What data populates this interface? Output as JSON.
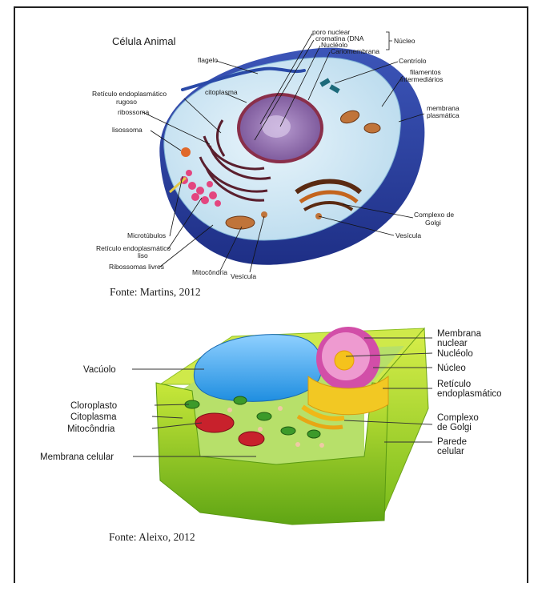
{
  "animal": {
    "title": "Célula Animal",
    "labels": {
      "flagelo": "flagelo",
      "poro_nuclear": "poro nuclear",
      "cromatina": "cromatina (DNA",
      "nucleolo": "Nucléolo",
      "cariomembrana": "Cariomembrana",
      "nucleo": "Núcleo",
      "centriolo": "Centríolo",
      "filamentos_1": "filamentos",
      "filamentos_2": "intermediários",
      "membrana_pl_1": "membrana",
      "membrana_pl_2": "plasmática",
      "re_rugoso_1": "Retículo endoplasmático",
      "re_rugoso_2": "rugoso",
      "citoplasma": "citoplasma",
      "ribossoma": "ribossoma",
      "lisossoma": "lisossoma",
      "microtubulos": "Microtúbulos",
      "re_liso_1": "Retículo endoplasmático",
      "re_liso_2": "liso",
      "ribossomas_livres": "Ribossomas livres",
      "mitocondria": "Mitocôndria",
      "vesicula_bottom": "Vesícula",
      "golgi_1": "Complexo de",
      "golgi_2": "Golgi",
      "vesicula_right": "Vesícula"
    },
    "source": "Fonte: Martins, 2012"
  },
  "plant": {
    "labels": {
      "vacuolo": "Vacúolo",
      "cloroplasto": "Cloroplasto",
      "citoplasma": "Citoplasma",
      "mitocondria": "Mitocôndria",
      "membrana_celular": "Membrana celular",
      "membrana_nuclear_1": "Membrana",
      "membrana_nuclear_2": "nuclear",
      "nucleolo": "Nucléolo",
      "nucleo": "Núcleo",
      "reticulo_1": "Retículo",
      "reticulo_2": "endoplasmático",
      "golgi_1": "Complexo",
      "golgi_2": "de Golgi",
      "parede_1": "Parede",
      "parede_2": "celular"
    },
    "source": "Fonte: Aleixo, 2012"
  }
}
